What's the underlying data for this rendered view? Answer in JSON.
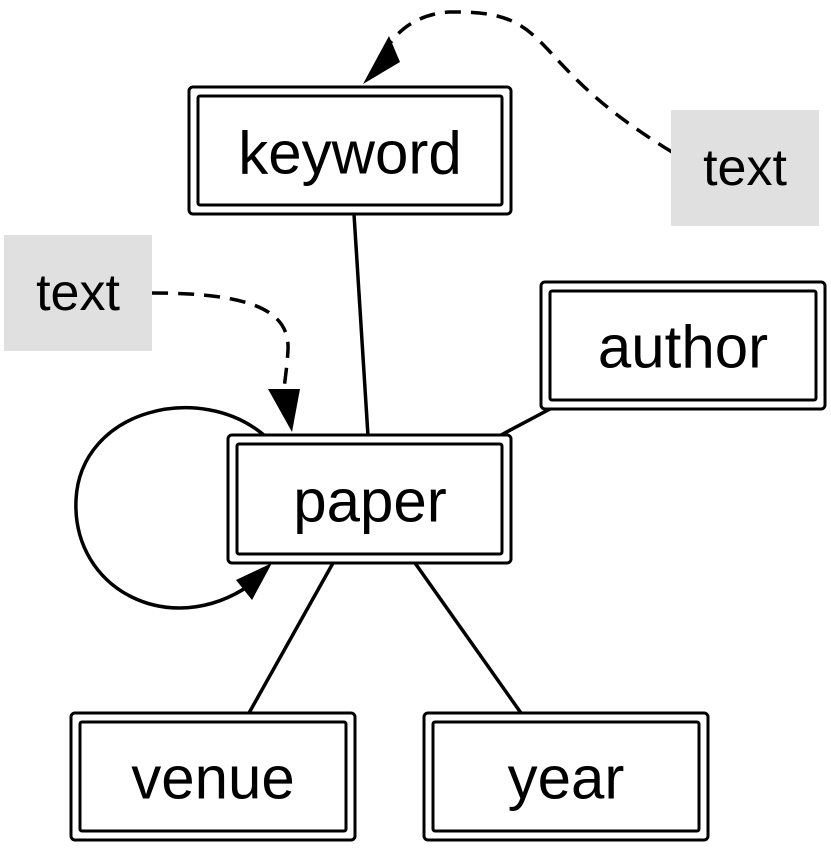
{
  "diagram": {
    "nodes": {
      "keyword": "keyword",
      "author": "author",
      "paper": "paper",
      "venue": "venue",
      "year": "year"
    },
    "notes": {
      "top_right": "text",
      "left": "text"
    }
  }
}
